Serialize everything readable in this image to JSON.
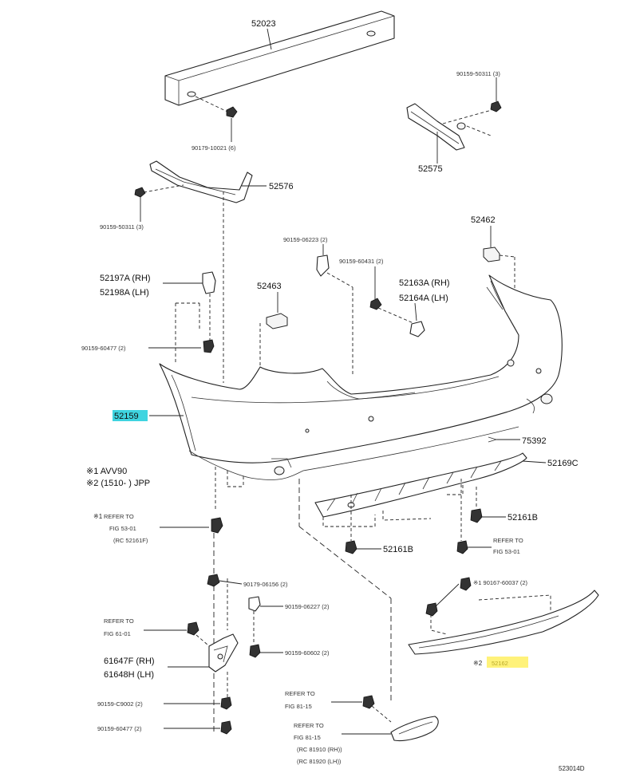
{
  "labels": {
    "p52023": "52023",
    "p90179_a": "90179-10021 (6)",
    "p90159_a": "90159-50311 (3)",
    "p52575": "52575",
    "p52576": "52576",
    "p90159_b": "90159-50311 (3)",
    "p52462": "52462",
    "p90159_c": "90159-06223 (2)",
    "p90159_d": "90159-60431 (2)",
    "p52463": "52463",
    "p52163A": "52163A (RH)",
    "p52164A": "52164A (LH)",
    "p52197A": "52197A (RH)",
    "p52198A": "52198A (LH)",
    "p90159_e": "90159-60477 (2)",
    "p52159": "52159",
    "p75392": "75392",
    "p52169C": "52169C",
    "note1": "※1  AVV90",
    "note2": "※2 (1510-         ) JPP",
    "refer_a_mark": "※1",
    "refer_a_1": "REFER TO",
    "refer_a_2": "FIG 53-01",
    "refer_a_3": "(RC 52161F)",
    "p52161B_a": "52161B",
    "p52161B_b": "52161B",
    "refer_b_1": "REFER TO",
    "refer_b_2": "FIG 53-01",
    "p90179_b": "90179-06156 (2)",
    "p90159_f": "90159-06227 (2)",
    "p90159_g": "90159-60602 (2)",
    "refer_c_1": "REFER TO",
    "refer_c_2": "FIG 61-01",
    "p61647F": "61647F (RH)",
    "p61648H": "61648H (LH)",
    "p90159_h": "90159-C9002 (2)",
    "p90159_i": "90159-60477 (2)",
    "refer_d_1": "REFER TO",
    "refer_d_2": "FIG 81-15",
    "refer_e_1": "REFER TO",
    "refer_e_2": "FIG 81-15",
    "refer_e_3": "(RC 81910 (RH))",
    "refer_e_4": "(RC 81920 (LH))",
    "p90167": "※1  90167-60037 (2)",
    "note2_bottom": "※2",
    "p_yellow": "52162",
    "diagram_id": "523014D"
  },
  "colors": {
    "highlight_main": "#3fd4e0",
    "highlight_secondary": "#fff27a",
    "line": "#222222"
  }
}
